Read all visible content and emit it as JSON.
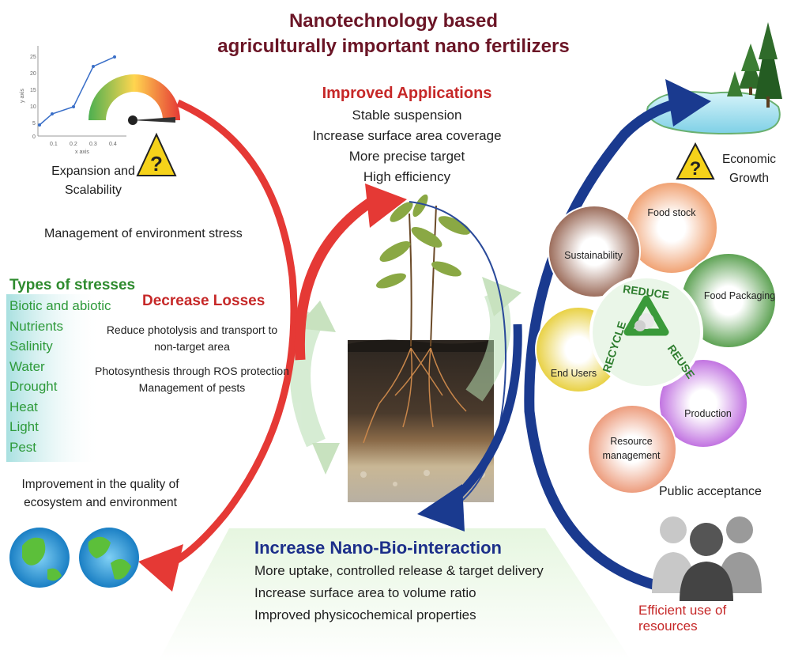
{
  "title": {
    "line1": "Nanotechnology based",
    "line2": "agriculturally important nano fertilizers"
  },
  "improved_applications": {
    "heading": "Improved Applications",
    "items": [
      "Stable suspension",
      "Increase surface area coverage",
      "More precise target",
      "High efficiency"
    ]
  },
  "expansion": {
    "line1": "Expansion and",
    "line2": "Scalability",
    "mini_chart": {
      "ylabel": "y axis",
      "xlabel": "x axis",
      "y_ticks": [
        "25",
        "20",
        "15",
        "10",
        "5",
        "0"
      ],
      "x_ticks": [
        "0.1",
        "0.2",
        "0.3",
        "0.4"
      ]
    }
  },
  "management_env_stress": "Management of environment stress",
  "types_of_stresses": {
    "heading": "Types of stresses",
    "items": [
      "Biotic and abiotic",
      "Nutrients",
      "Salinity",
      "Water",
      "Drought",
      "Heat",
      "Light",
      "Pest"
    ]
  },
  "decrease_losses": {
    "heading": "Decrease Losses",
    "line1": "Reduce photolysis and transport to",
    "line2": "non-target area",
    "line3": "Photosynthesis through ROS protection",
    "line4": "Management of pests"
  },
  "ecosystem": {
    "line1": "Improvement in the quality of",
    "line2": "ecosystem and environment"
  },
  "nano_bio": {
    "heading": "Increase Nano-Bio-interaction",
    "items": [
      "More uptake, controlled release & target delivery",
      "Increase surface area to volume ratio",
      "Improved physicochemical properties"
    ]
  },
  "economic_growth": {
    "line1": "Economic",
    "line2": "Growth"
  },
  "petals": {
    "food_stock": "Food stock",
    "sustainability": "Sustainability",
    "food_packaging": "Food Packaging",
    "end_users": "End Users",
    "production": "Production",
    "resource_management_1": "Resource",
    "resource_management_2": "management"
  },
  "recycle_words": {
    "reduce": "REDUCE",
    "reuse": "REUSE",
    "recycle": "RECYCLE"
  },
  "public_acceptance": "Public acceptance",
  "efficient_use": "Efficient use of resources",
  "colors": {
    "title": "#6b1526",
    "red_arrow": "#e53935",
    "blue_arrow": "#1a3a8f",
    "stress_green": "#2e9a3a",
    "heading_red": "#c62828",
    "heading_blue": "#1c2f8a"
  }
}
